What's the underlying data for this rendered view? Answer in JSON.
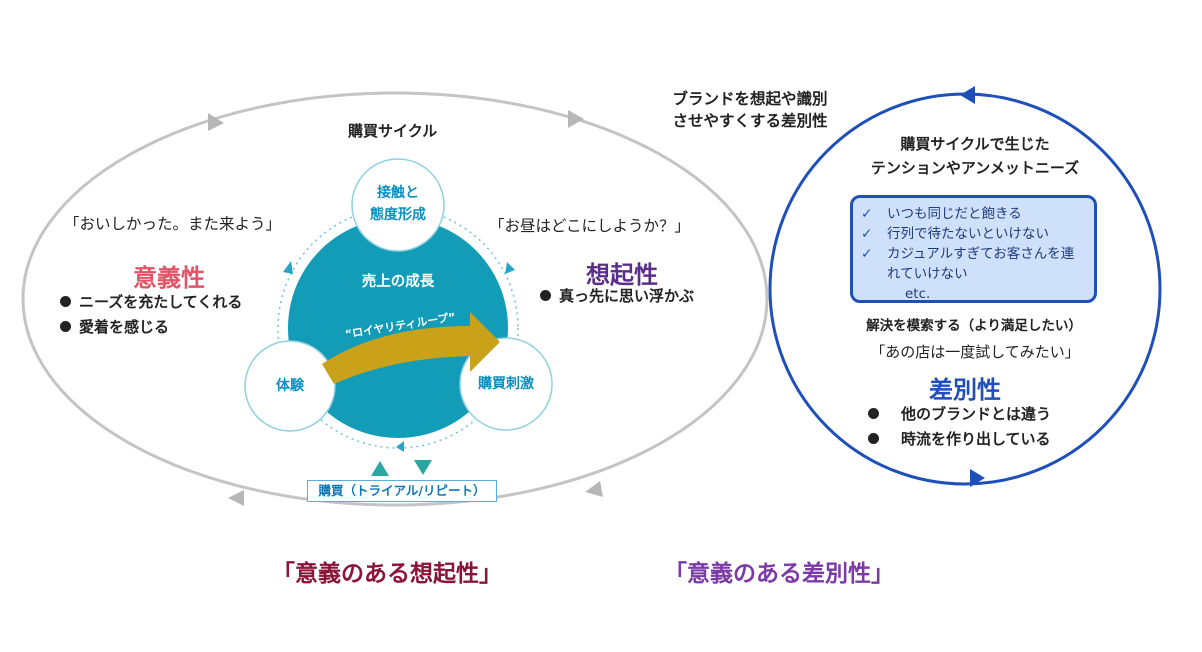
{
  "left_cycle": {
    "title": "購買サイクル",
    "center_label": "売上の成長",
    "loyalty_arrow_label": "“ロイヤリティループ”",
    "node_contact": [
      "接触と",
      "態度形成"
    ],
    "node_experience": "体験",
    "node_stimulus": "購買刺激",
    "purchase_label": "購買（トライアル/リピート）",
    "quote_left": "「おいしかった。また来よう」",
    "quote_right": "「お昼はどこにしようか？」",
    "meaning": {
      "heading": "意義性",
      "items": [
        "ニーズを充たしてくれる",
        "愛着を感じる"
      ]
    },
    "recall": {
      "heading": "想起性",
      "items": [
        "真っ先に思い浮かぶ"
      ]
    }
  },
  "brand_text": [
    "ブランドを想起や識別",
    "させやすくする差別性"
  ],
  "right_cycle": {
    "title": [
      "購買サイクルで生じた",
      "テンションやアンメットニーズ"
    ],
    "checks": [
      "いつも同じだと飽きる",
      "行列で待たないといけない",
      "カジュアルすぎてお客さんを連",
      "れていけない"
    ],
    "etc": "etc.",
    "resolve": "解決を模索する（より満足したい）",
    "quote": "「あの店は一度試してみたい」",
    "difference": {
      "heading": "差別性",
      "items": [
        "他のブランドとは違う",
        "時流を作り出している"
      ]
    }
  },
  "bottom": {
    "left": "「意義のある想起性」",
    "right": "「意義のある差別性」"
  },
  "colors": {
    "grey_ring": "#c4c4c4",
    "blue_ring": "#1f4fb8",
    "teal_center": "#129cb8",
    "gold_arrow": "#c9a21a",
    "meaning_red": "#e05568",
    "recall_purple": "#5b2f87",
    "bottom_left": "#8a1538",
    "bottom_right": "#7b3aa6"
  }
}
